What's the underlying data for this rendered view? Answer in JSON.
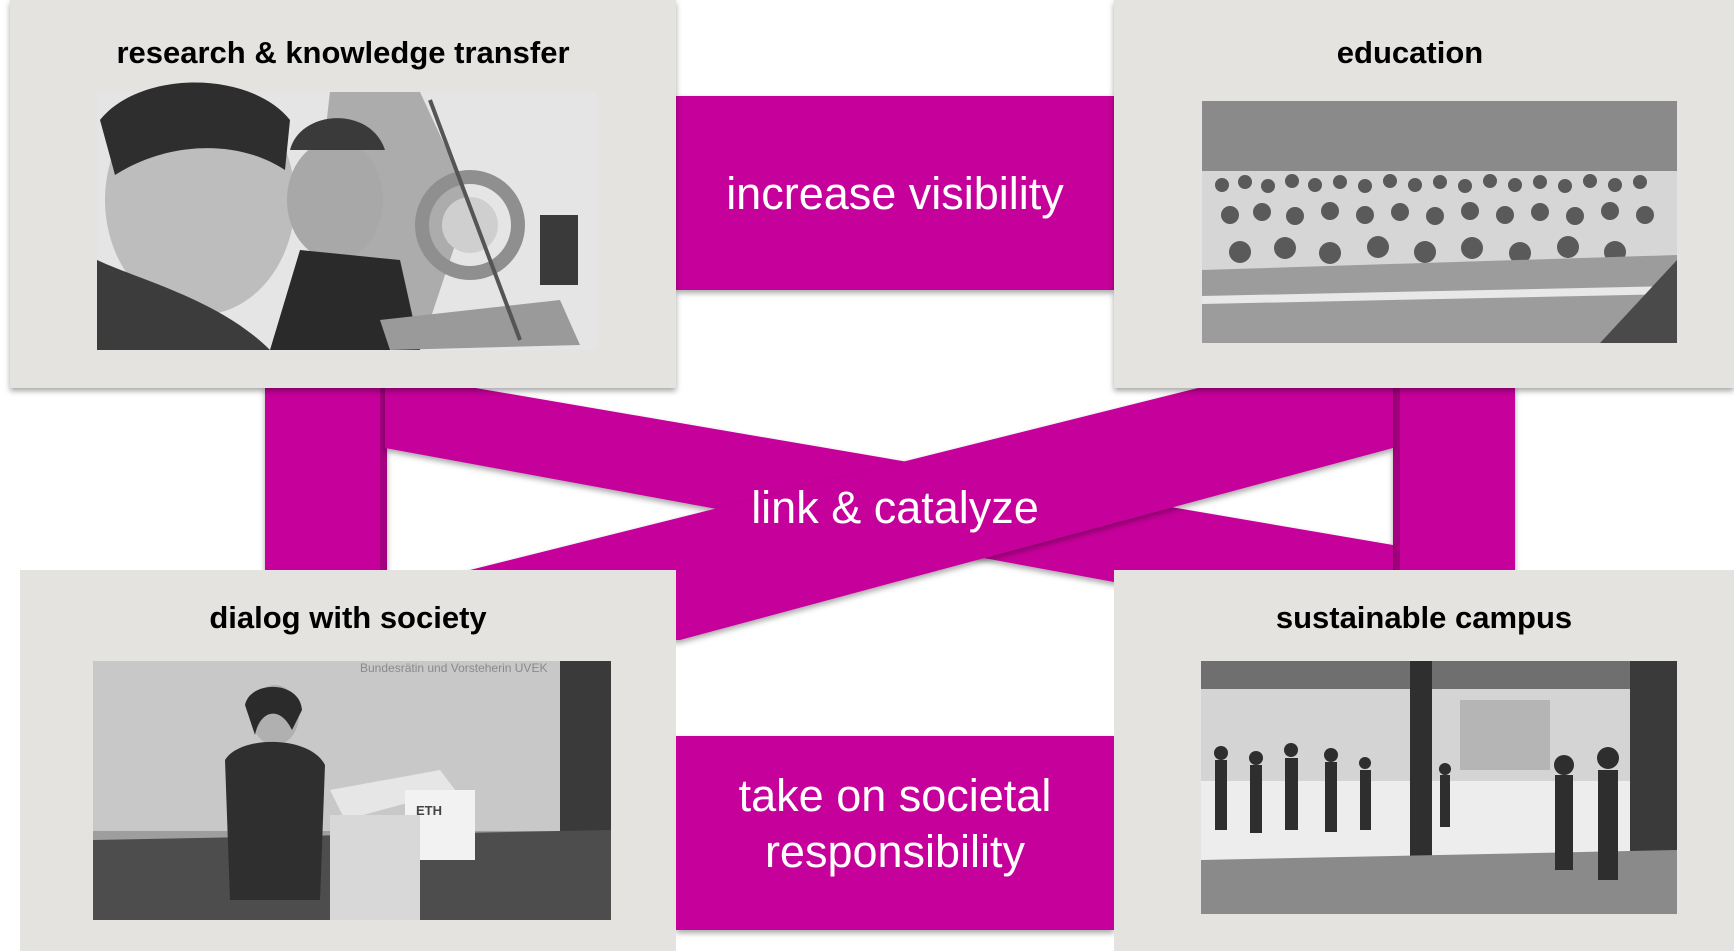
{
  "colors": {
    "magenta": "#c6009a",
    "magenta_shade": "#8a0069",
    "panel_gray": "#e4e3e0"
  },
  "panels": [
    {
      "id": "research",
      "title": "research & knowledge transfer",
      "photo": "researchers-at-lab-equipment-photo"
    },
    {
      "id": "education",
      "title": "education",
      "photo": "lecture-hall-students-photo"
    },
    {
      "id": "dialog",
      "title": "dialog with society",
      "photo": "speaker-at-eth-podium-photo",
      "photo_lettering": [
        "ETH",
        "Bundesrätin und Vorsteherin UVEK"
      ]
    },
    {
      "id": "campus",
      "title": "sustainable campus",
      "photo": "campus-plaza-people-photo"
    }
  ],
  "bands": {
    "top": "increase visibility",
    "center": "link & catalyze",
    "bottom_line1": "take on societal",
    "bottom_line2": "responsibility"
  }
}
